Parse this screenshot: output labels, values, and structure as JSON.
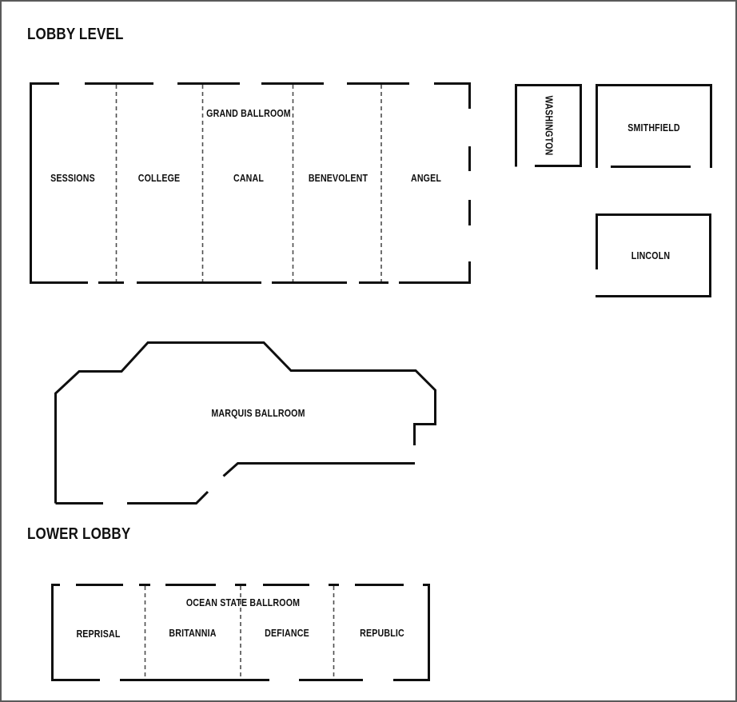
{
  "colors": {
    "wall": "#0f0f0f",
    "divider_dash": "#4d4d4d",
    "frame_border": "#5a5a5a",
    "background": "#ffffff"
  },
  "lobby_level": {
    "title": "LOBBY LEVEL",
    "grand_ballroom": {
      "name": "GRAND BALLROOM",
      "sections": [
        "SESSIONS",
        "COLLEGE",
        "CANAL",
        "BENEVOLENT",
        "ANGEL"
      ]
    },
    "washington": "WASHINGTON",
    "smithfield": "SMITHFIELD",
    "lincoln": "LINCOLN",
    "marquis_ballroom": "MARQUIS BALLROOM"
  },
  "lower_lobby": {
    "title": "LOWER LOBBY",
    "ocean_state_ballroom": {
      "name": "OCEAN STATE BALLROOM",
      "sections": [
        "REPRISAL",
        "BRITANNIA",
        "DEFIANCE",
        "REPUBLIC"
      ]
    }
  }
}
